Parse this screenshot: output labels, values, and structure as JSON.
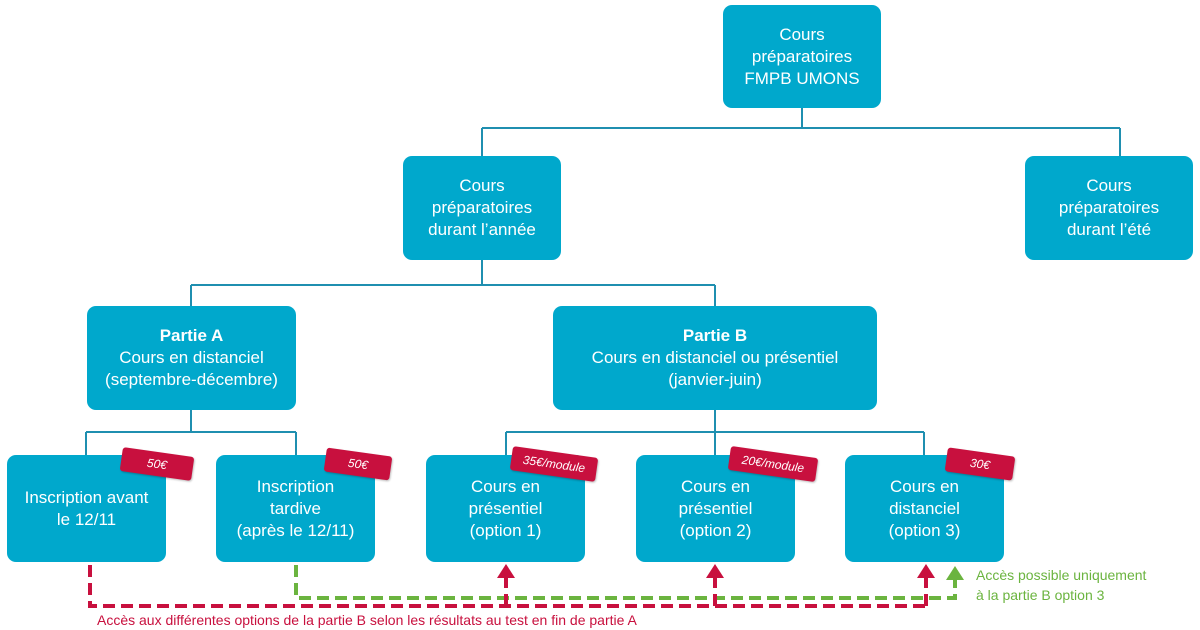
{
  "colors": {
    "box": "#00a8cc",
    "connector": "#1f8fb0",
    "price_tag": "#c8103e",
    "red_path": "#c8103e",
    "green_path": "#6bb43f"
  },
  "root": {
    "lines": [
      "Cours",
      "préparatoires",
      "FMPB UMONS"
    ]
  },
  "level1": {
    "annee": {
      "lines": [
        "Cours",
        "préparatoires",
        "durant l’année"
      ]
    },
    "ete": {
      "lines": [
        "Cours",
        "préparatoires",
        "durant l’été"
      ]
    }
  },
  "level2": {
    "partie_a": {
      "title": "Partie A",
      "lines": [
        "Cours en distanciel",
        "(septembre-décembre)"
      ]
    },
    "partie_b": {
      "title": "Partie B",
      "lines": [
        "Cours en distanciel ou présentiel",
        "(janvier-juin)"
      ]
    }
  },
  "level3": [
    {
      "lines": [
        "Inscription avant",
        "le 12/11"
      ],
      "price": "50€"
    },
    {
      "lines": [
        "Inscription",
        "tardive",
        "(après le 12/11)"
      ],
      "price": "50€"
    },
    {
      "lines": [
        "Cours en",
        "présentiel",
        "(option 1)"
      ],
      "price": "35€/module"
    },
    {
      "lines": [
        "Cours en",
        "présentiel",
        "(option 2)"
      ],
      "price": "20€/module"
    },
    {
      "lines": [
        "Cours en",
        "distanciel",
        "(option 3)"
      ],
      "price": "30€"
    }
  ],
  "notes": {
    "red": "Accès aux différentes options de la partie B selon les résultats au test en fin de partie A",
    "green_line1": "Accès possible uniquement",
    "green_line2": "à la partie B option 3"
  }
}
